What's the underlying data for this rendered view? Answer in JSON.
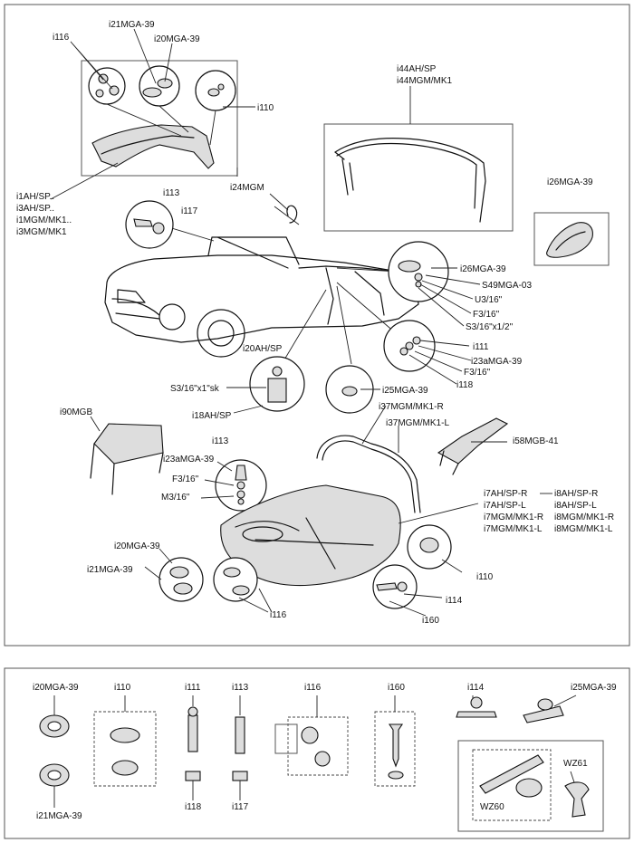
{
  "labels": {
    "i116_top": "i116",
    "i21MGA39_top": "i21MGA-39",
    "i20MGA39_top": "i20MGA-39",
    "i110_top": "i110",
    "i44AHSP": "i44AH/SP",
    "i44MGMMK1": "i44MGM/MK1",
    "i1AHSP": "i1AH/SP..",
    "i3AHSP": "i3AH/SP..",
    "i1MGMMK1": "i1MGM/MK1..",
    "i3MGMMK1": "i3MGM/MK1",
    "i113_top": "i113",
    "i117_top": "i117",
    "i24MGM": "i24MGM",
    "i26MGA39_a": "i26MGA-39",
    "i26MGA39_b": "i26MGA-39",
    "S49MGA03": "S49MGA-03",
    "U3_16": "U3/16\"",
    "F3_16_a": "F3/16\"",
    "S3_16x1_2": "S3/16\"x1/2\"",
    "i111_mid": "i111",
    "i23aMGA39_mid": "i23aMGA-39",
    "F3_16_b": "F3/16\"",
    "i118_mid": "i118",
    "i20AHSP": "i20AH/SP",
    "S3_16x1sk": "S3/16\"x1\"sk",
    "i18AHSP": "i18AH/SP",
    "i25MGA39_mid": "i25MGA-39",
    "i37MGMMK1R": "i37MGM/MK1-R",
    "i37MGMMK1L": "i37MGM/MK1-L",
    "i90MGB": "i90MGB",
    "i113_mid": "i113",
    "i23aMGA39_low": "i23aMGA-39",
    "F3_16_c": "F3/16\"",
    "M3_16": "M3/16\"",
    "i58MGB41": "i58MGB-41",
    "i7AHSPR": "i7AH/SP-R",
    "i7AHSPL": "i7AH/SP-L",
    "i7MGMMK1R": "i7MGM/MK1-R",
    "i7MGMMK1L": "i7MGM/MK1-L",
    "i8AHSPR": "i8AH/SP-R",
    "i8AHSPL": "i8AH/SP-L",
    "i8MGMMK1R": "i8MGM/MK1-R",
    "i8MGMMK1L": "i8MGM/MK1-L",
    "i20MGA39_low": "i20MGA-39",
    "i21MGA39_low": "i21MGA-39",
    "i110_low": "i110",
    "i114_low": "i114",
    "i116_low": "i116",
    "i160_low": "i160"
  },
  "legend": {
    "i20MGA39": "i20MGA-39",
    "i110": "i110",
    "i111": "i111",
    "i113": "i113",
    "i116": "i116",
    "i160": "i160",
    "i114": "i114",
    "i25MGA39": "i25MGA-39",
    "i21MGA39": "i21MGA-39",
    "i118": "i118",
    "i117": "i117",
    "WZ61": "WZ61",
    "WZ60": "WZ60"
  }
}
